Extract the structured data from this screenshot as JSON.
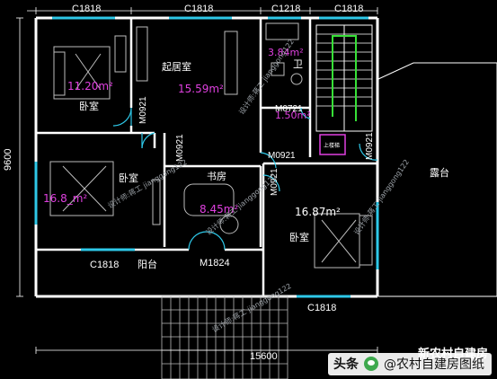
{
  "windows_top": [
    "C1818",
    "C1818",
    "C1218",
    "C1818"
  ],
  "dim_left": "9600",
  "dim_bottom": "15600",
  "rooms": {
    "bedroom_nw": {
      "name": "卧室",
      "area": "11.20m²"
    },
    "living": {
      "name": "起居室",
      "area": "15.59m²"
    },
    "bath": {
      "name": "卫",
      "area": "3.84m²"
    },
    "bath_small": {
      "area": "1.50m²"
    },
    "bedroom_w": {
      "name": "卧室",
      "area": "16.8_m²"
    },
    "study": {
      "name": "书房",
      "area": "8.45m²"
    },
    "bedroom_se": {
      "name": "卧室",
      "area": "16.87m²"
    },
    "terrace": {
      "name": "露台"
    },
    "balcony": {
      "name": "阳台"
    }
  },
  "doors": {
    "m0921_a": "M0921",
    "m0921_b": "M0921",
    "m0921_c": "M0921",
    "m0921_d": "M0921",
    "m0921_e": "M0921",
    "m0721": "M0721",
    "m1824": "M1824"
  },
  "windows_other": {
    "c1818_balcony": "C1818",
    "c1818_se": "C1818"
  },
  "stair_sign": "上楼梯",
  "watermark": "设计师:蒋工 jianggong122",
  "footer": {
    "brand": "头条",
    "source": "@农村自建房图纸",
    "overlay": "新农村自建房"
  }
}
